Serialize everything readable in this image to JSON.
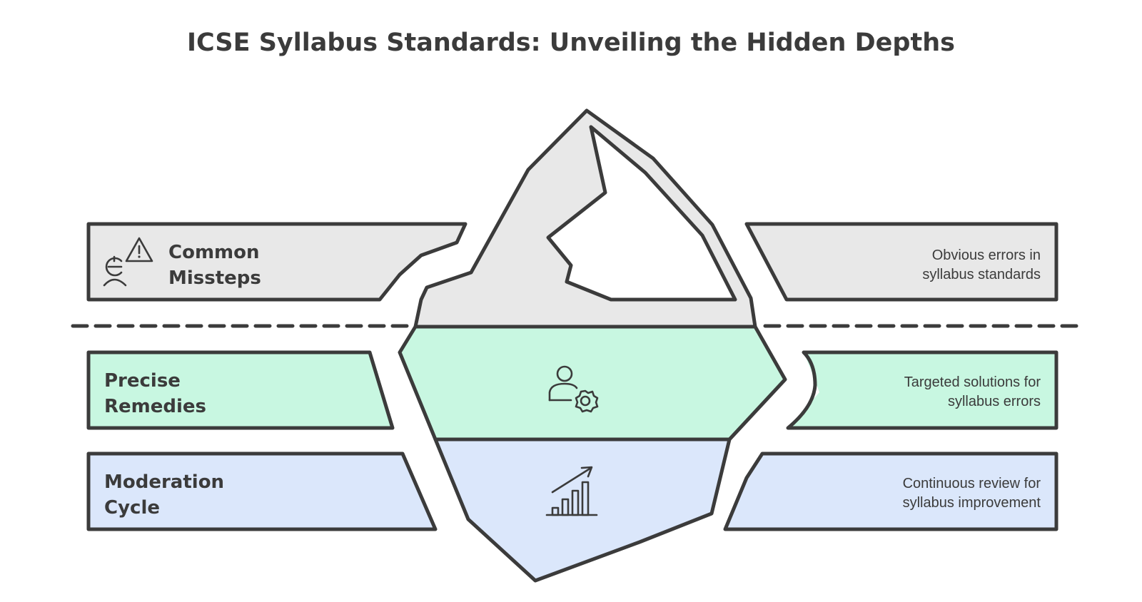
{
  "title": "ICSE Syllabus Standards: Unveiling the Hidden Depths",
  "colors": {
    "ink": "#3b3b3b",
    "grey_fill": "#e8e8e8",
    "green_fill": "#c8f7e1",
    "blue_fill": "#dbe7fb",
    "tip_fill": "#ffffff"
  },
  "layers": [
    {
      "id": "common-missteps",
      "label_line1": "Common",
      "label_line2": "Missteps",
      "description_line1": "Obvious errors in",
      "description_line2": "syllabus standards",
      "icon": "warning-person-icon"
    },
    {
      "id": "precise-remedies",
      "label_line1": "Precise",
      "label_line2": "Remedies",
      "description_line1": "Targeted solutions for",
      "description_line2": "syllabus errors",
      "icon": "user-gear-icon"
    },
    {
      "id": "moderation-cycle",
      "label_line1": "Moderation",
      "label_line2": "Cycle",
      "description_line1": "Continuous review for",
      "description_line2": "syllabus improvement",
      "icon": "growth-chart-icon"
    }
  ]
}
